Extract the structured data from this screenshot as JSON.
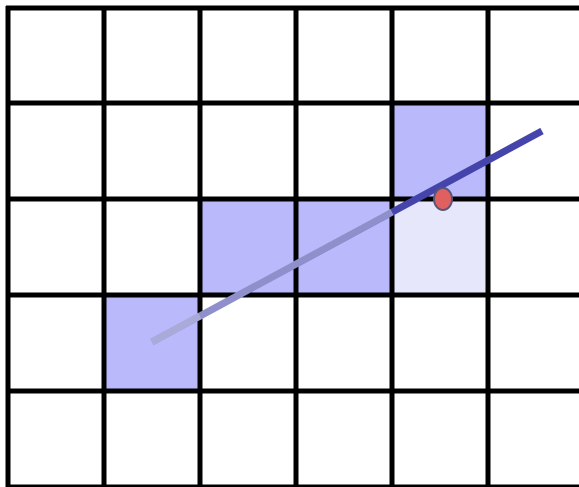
{
  "grid": {
    "cols": 6,
    "rows": 5,
    "cell_size": 1
  },
  "colors": {
    "background": "#ffffff",
    "grid_line": "#000000",
    "cell_fill": "#b9b9fc",
    "cell_fill_light": "#e7e7fc",
    "cell_stroke": "#8a8ac8",
    "ray": "#4444aa",
    "point": "#e06060",
    "point_stroke": "#555577"
  },
  "highlighted_cells": [
    {
      "col": 1,
      "row": 3,
      "shade": "full"
    },
    {
      "col": 2,
      "row": 2,
      "shade": "full"
    },
    {
      "col": 3,
      "row": 2,
      "shade": "full"
    },
    {
      "col": 4,
      "row": 2,
      "shade": "light"
    },
    {
      "col": 4,
      "row": 1,
      "shade": "full"
    }
  ],
  "ray": {
    "start": {
      "col": 1.5,
      "row": 3.5
    },
    "end": {
      "col": 5.5,
      "row": 1.3
    }
  },
  "intersection_point": {
    "col": 4.5,
    "row": 1.98
  }
}
